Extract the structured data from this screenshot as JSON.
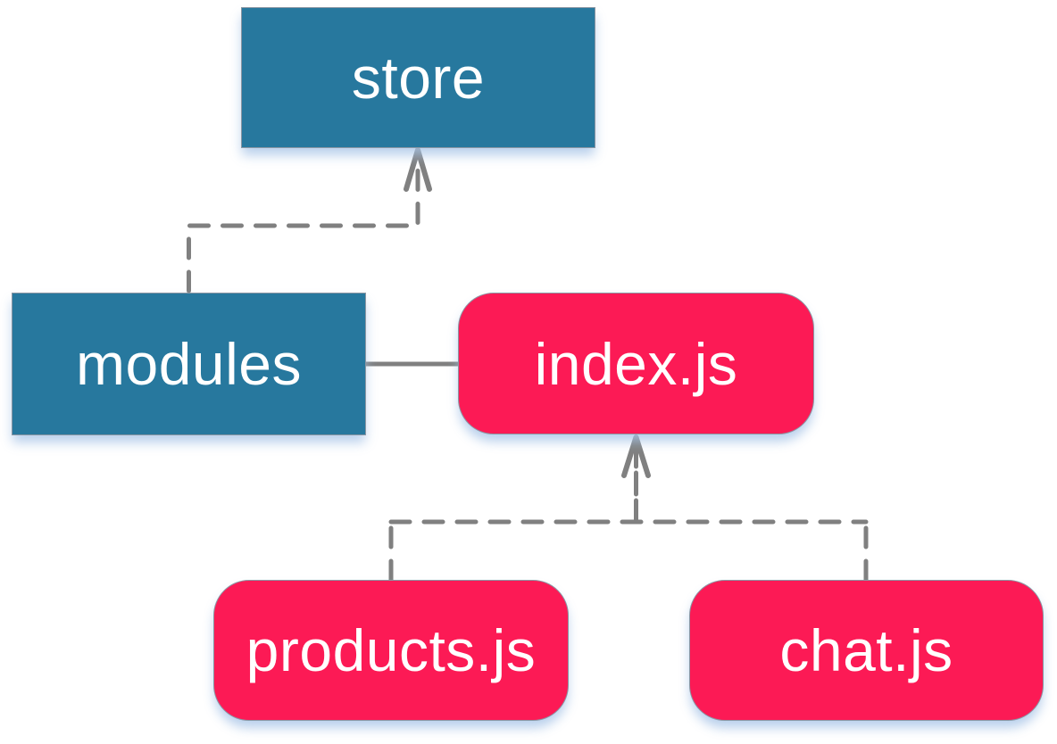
{
  "diagram": {
    "nodes": [
      {
        "id": "store",
        "label": "store",
        "shape": "rectangle",
        "fill": "#27789E"
      },
      {
        "id": "modules",
        "label": "modules",
        "shape": "rectangle",
        "fill": "#27789E"
      },
      {
        "id": "index-js",
        "label": "index.js",
        "shape": "rounded",
        "fill": "#FC1A55"
      },
      {
        "id": "products-js",
        "label": "products.js",
        "shape": "rounded",
        "fill": "#FC1A55"
      },
      {
        "id": "chat-js",
        "label": "chat.js",
        "shape": "rounded",
        "fill": "#FC1A55"
      }
    ],
    "edges": [
      {
        "from": "modules",
        "to": "store",
        "style": "dashed",
        "arrowhead": "open-chevron-up"
      },
      {
        "from": "modules",
        "to": "index-js",
        "style": "solid",
        "arrowhead": "none"
      },
      {
        "from": "products-js",
        "to": "index-js",
        "style": "dashed",
        "arrowhead": "open-chevron-up"
      },
      {
        "from": "chat-js",
        "to": "index-js",
        "style": "dashed",
        "arrowhead": "open-chevron-up"
      }
    ],
    "colors": {
      "directory_fill": "#27789E",
      "file_fill": "#FC1A55",
      "edge_stroke": "#808080",
      "label_text": "#FFFFFF",
      "node_border": "#8A96A3",
      "shadow_tint": "#A7C4E7",
      "background": "#FFFFFF"
    }
  }
}
